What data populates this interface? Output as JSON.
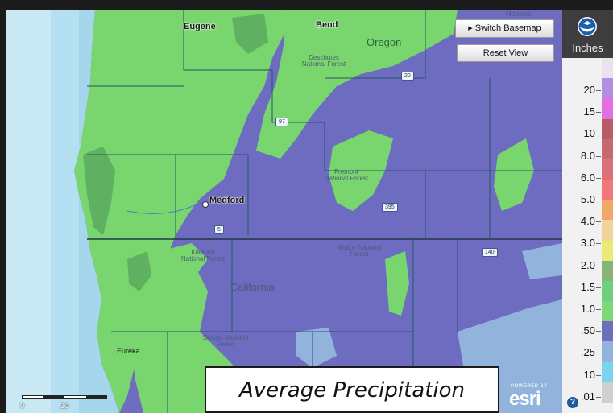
{
  "map": {
    "labels": {
      "eugene": "Eugene",
      "bend": "Bend",
      "oregon": "Oregon",
      "deschutes": "Deschutes National Forest",
      "medford": "Medford",
      "fremont": "Fremont National Forest",
      "klamath": "Klamath National Forest",
      "modoc": "Modoc National Forest",
      "california": "California",
      "eureka": "Eureka",
      "shasta": "Shasta National Forest",
      "nationa": "Nationa",
      "hwy20": "20",
      "hwy97": "97",
      "hwy395": "395",
      "hwy140": "140",
      "hwy5": "5"
    }
  },
  "controls": {
    "switch_basemap": "Switch Basemap",
    "reset_view": "Reset View"
  },
  "legend": {
    "unit": "Inches",
    "labels": [
      "20",
      "15",
      "10",
      "8.0",
      "6.0",
      "5.0",
      "4.0",
      "3.0",
      "2.0",
      "1.5",
      "1.0",
      ".50",
      ".25",
      ".10",
      ".01"
    ],
    "colors": [
      "#e8e3ef",
      "#b08fe0",
      "#e46fe2",
      "#b65e63",
      "#c6686e",
      "#dc707a",
      "#f27878",
      "#f0a868",
      "#f2d39a",
      "#e8ec74",
      "#88b478",
      "#6fcf80",
      "#7dd877",
      "#6e6ebc",
      "#92b4dc",
      "#7ad4ee",
      "#cfcfcf"
    ],
    "help": "?"
  },
  "caption": "Average Precipitation",
  "attribution": {
    "powered": "POWERED BY",
    "brand": "esri"
  },
  "scale": {
    "start": "0",
    "mid": "30"
  },
  "noaa_icon": "noaa-logo-icon"
}
